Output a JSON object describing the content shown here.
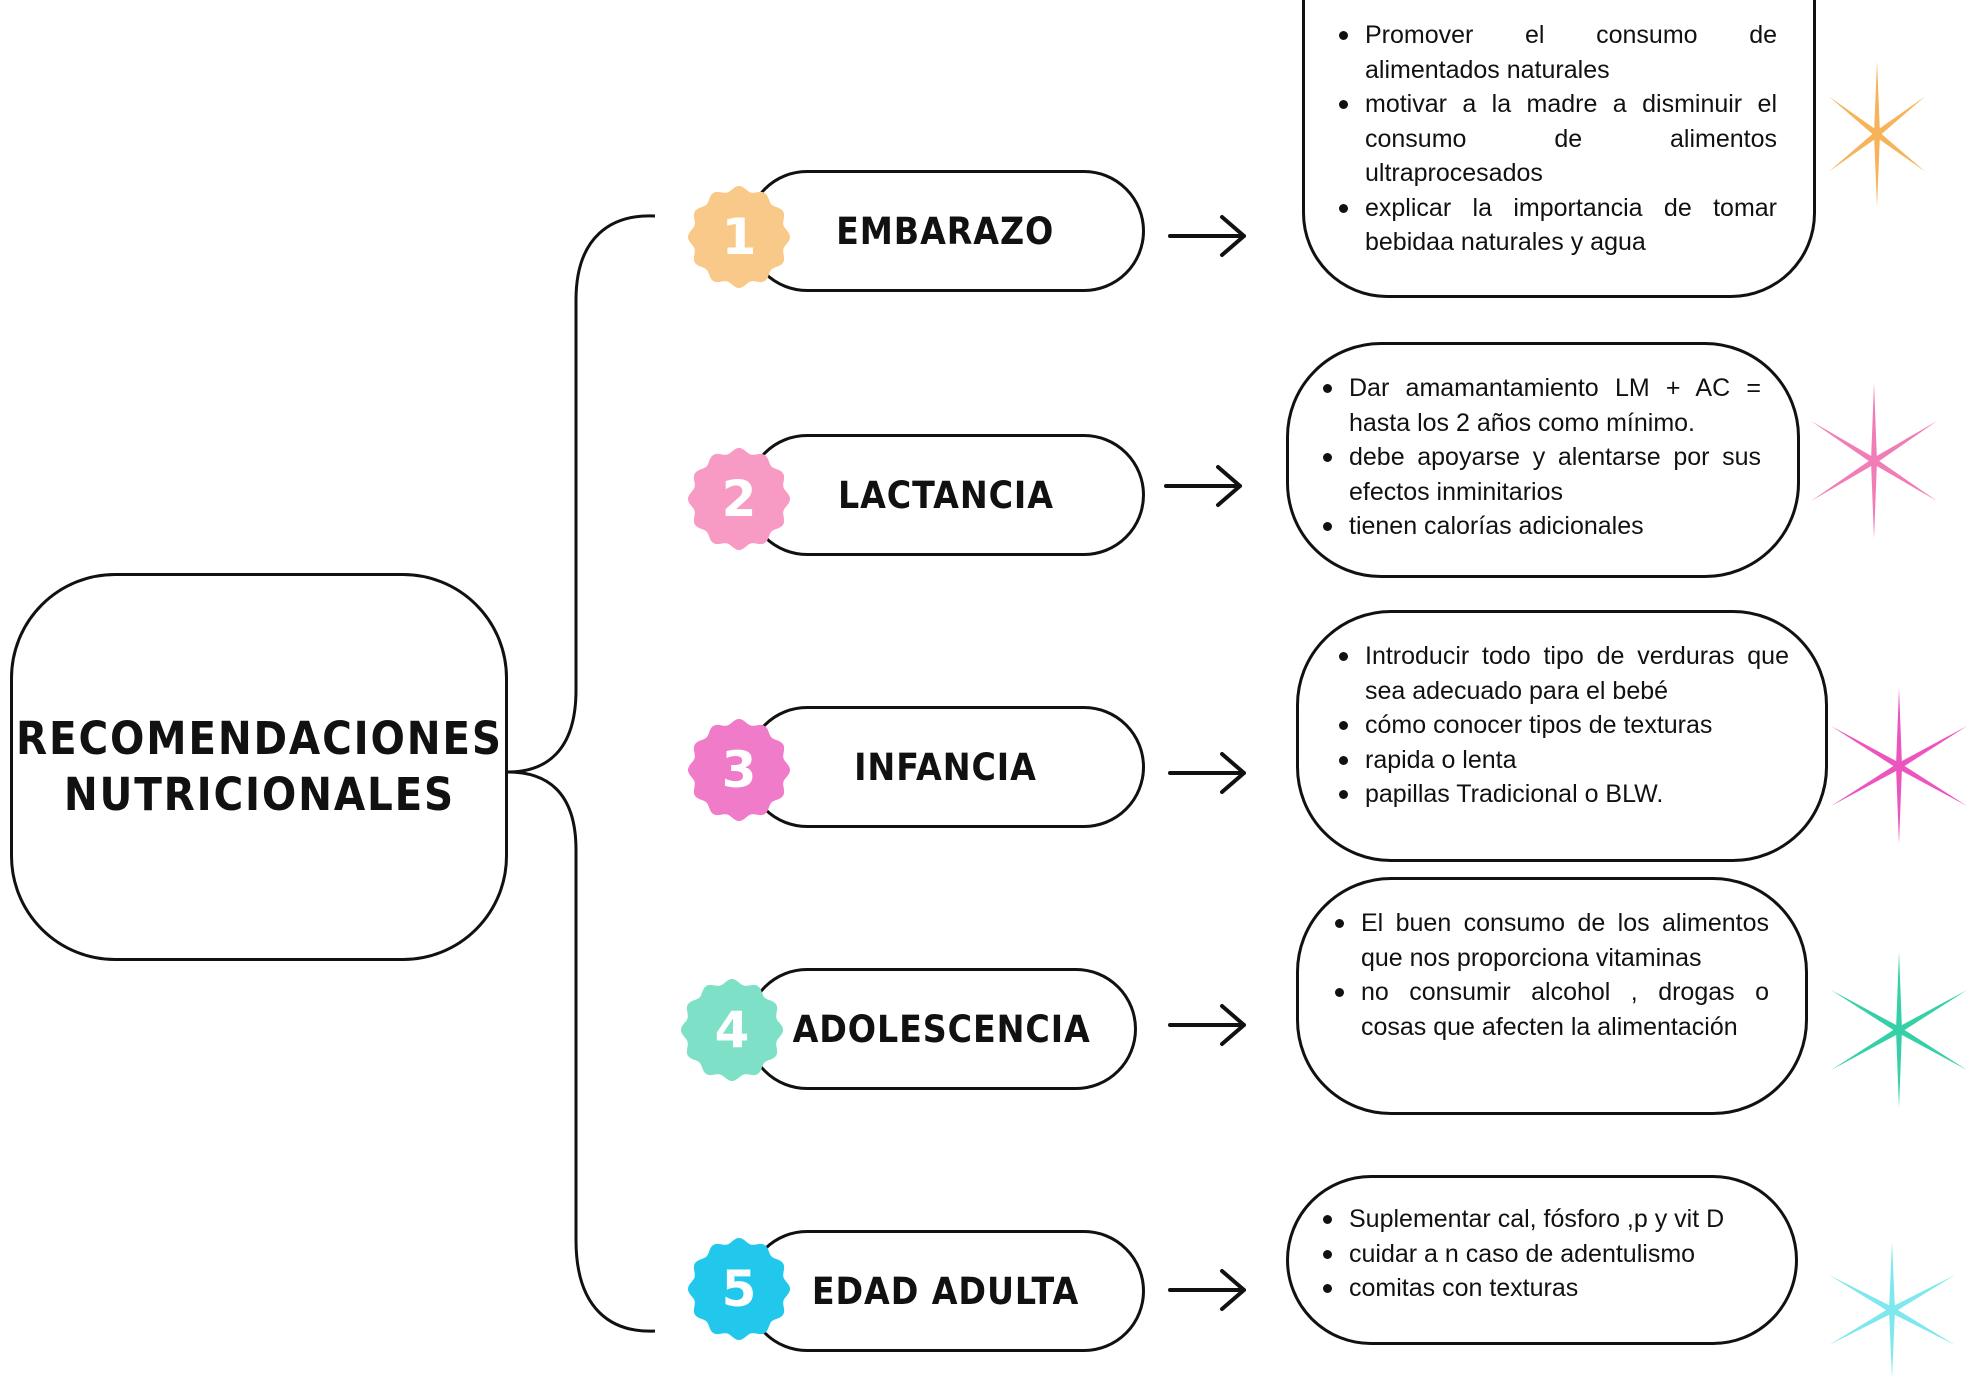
{
  "title": "RECOMENDACIONES\nNUTRICIONALES",
  "stages": [
    {
      "number": "1",
      "label": "EMBARAZO",
      "badge_color": "#F9C98A",
      "star_color": "#F7B35A",
      "items": [
        "Promover el consumo de alimentados naturales",
        "motivar a la madre a disminuir el consumo de alimentos ultraprocesados",
        "explicar la importancia de tomar bebidaa naturales y agua"
      ]
    },
    {
      "number": "2",
      "label": "LACTANCIA",
      "badge_color": "#F79AC4",
      "star_color": "#F17DB7",
      "items": [
        "Dar amamantamiento  LM + AC = hasta los 2 años como mínimo.",
        "debe apoyarse y alentarse por sus efectos inminitarios",
        "tienen calorías adicionales"
      ]
    },
    {
      "number": "3",
      "label": "INFANCIA",
      "badge_color": "#F07BC8",
      "star_color": "#EC55BE",
      "items": [
        "Introducir todo tipo de verduras que sea adecuado para el bebé",
        "cómo conocer tipos de texturas",
        "rapida o lenta",
        "papillas Tradicional o BLW."
      ]
    },
    {
      "number": "4",
      "label": "ADOLESCENCIA",
      "badge_color": "#7EE0C6",
      "star_color": "#35D0A8",
      "items": [
        "El buen consumo de los alimentos que nos proporciona vitaminas",
        "no consumir alcohol , drogas o cosas que afecten la alimentación"
      ]
    },
    {
      "number": "5",
      "label": "EDAD ADULTA",
      "badge_color": "#22C8EC",
      "star_color": "#7FE8EE",
      "items": [
        "Suplementar cal, fósforo ,p y vit D",
        "cuidar a n caso de adentulismo",
        "comitas con texturas"
      ]
    }
  ]
}
